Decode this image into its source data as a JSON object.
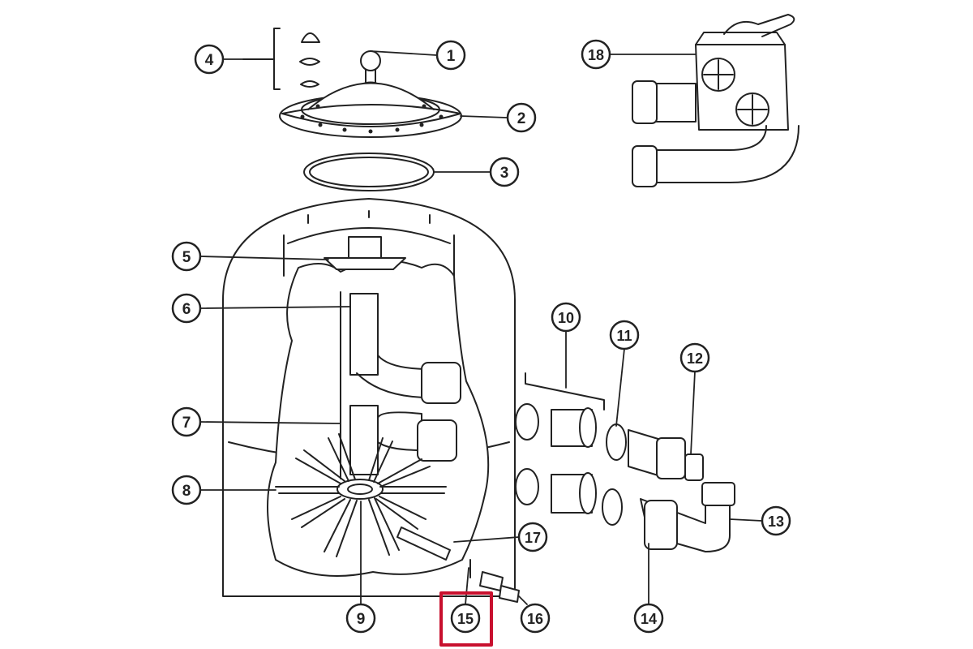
{
  "diagram": {
    "callouts": [
      {
        "id": "c1",
        "label": "1"
      },
      {
        "id": "c2",
        "label": "2"
      },
      {
        "id": "c3",
        "label": "3"
      },
      {
        "id": "c4",
        "label": "4"
      },
      {
        "id": "c5",
        "label": "5"
      },
      {
        "id": "c6",
        "label": "6"
      },
      {
        "id": "c7",
        "label": "7"
      },
      {
        "id": "c8",
        "label": "8"
      },
      {
        "id": "c9",
        "label": "9"
      },
      {
        "id": "c10",
        "label": "10"
      },
      {
        "id": "c11",
        "label": "11"
      },
      {
        "id": "c12",
        "label": "12"
      },
      {
        "id": "c13",
        "label": "13"
      },
      {
        "id": "c14",
        "label": "14"
      },
      {
        "id": "c15",
        "label": "15",
        "highlighted": true
      },
      {
        "id": "c16",
        "label": "16"
      },
      {
        "id": "c17",
        "label": "17"
      },
      {
        "id": "c18",
        "label": "18"
      }
    ],
    "colors": {
      "line": "#222222",
      "highlight": "#c8102e",
      "background": "#ffffff"
    }
  }
}
